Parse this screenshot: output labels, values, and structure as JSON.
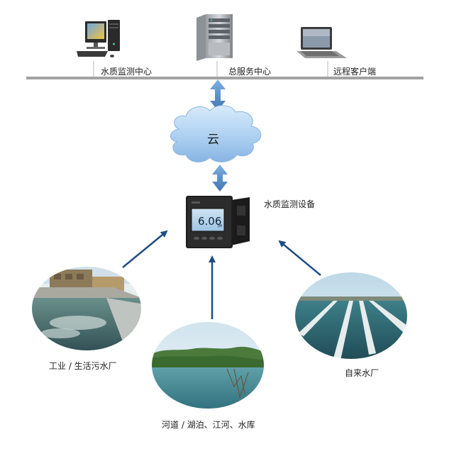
{
  "top_nodes": {
    "monitoring_center": "水质监测中心",
    "service_center": "总服务中心",
    "remote_client": "远程客户端"
  },
  "cloud": {
    "label": "云"
  },
  "device": {
    "label": "水质监测设备",
    "display_value": "6.06",
    "display_unit": "pH"
  },
  "sources": {
    "industrial": "工业 / 生活污水厂",
    "rivers": "河道 / 湖泊、江河、水库",
    "waterworks": "自来水厂"
  },
  "colors": {
    "arrow": "#1f4e86",
    "bus_line": "#9a9a9a",
    "cloud": "#8ab8e6",
    "double_arrow": "#4f87c3"
  }
}
